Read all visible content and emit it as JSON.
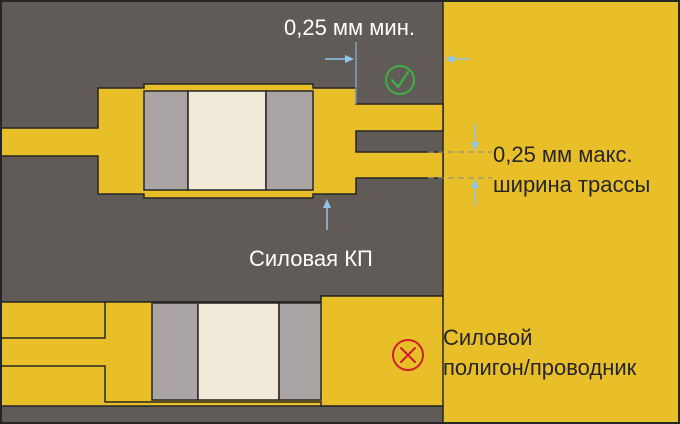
{
  "labels": {
    "min_clearance": "0,25 мм мин.",
    "max_trace_line1": "0,25 мм макс.",
    "max_trace_line2": "ширина трассы",
    "power_pad": "Силовая КП",
    "power_polygon_line1": "Силовой",
    "power_polygon_line2": "полигон/проводник"
  },
  "icons": {
    "ok": "check-circle-icon",
    "bad": "x-circle-icon"
  },
  "colors": {
    "copper": "#e9bf29",
    "board": "#615b58",
    "outline": "#262626",
    "component_end": "#aaa5a4",
    "component_body": "#f1ead9",
    "ok_green": "#3cb043",
    "bad_red": "#cf2027",
    "arrow": "#8fc6ea",
    "text": "#ffffff"
  }
}
